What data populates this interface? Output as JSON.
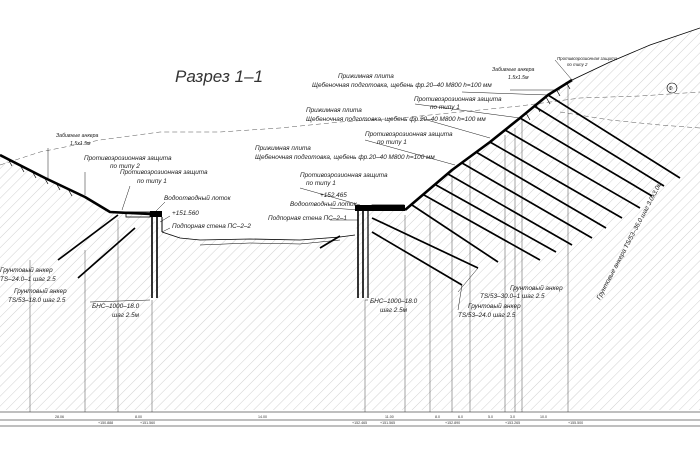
{
  "title": "Разрез 1–1",
  "callouts": {
    "anchor_top_right": "Забивные анкера",
    "anchor_top_right_size": "1.5х1.5м",
    "erosion_top_right": "Противоэрозионная защита",
    "erosion_top_right_type": "по типу 2",
    "slab_1": "Прижимная плита",
    "slab_1_detail": "Щебеночная подготовка, щебень фр.20–40 М800 h=100 мм",
    "erosion_2": "Противоэрозионная защита",
    "erosion_2_type": "по типу 1",
    "slab_2": "Прижимная плита",
    "slab_2_detail": "Щебеночная подготовка, щебень фр.20–40 М800 h=100 мм",
    "erosion_3": "Противоэрозионная защита",
    "erosion_3_type": "по типу 1",
    "slab_3": "Прижимная плита",
    "slab_3_detail": "Щебеночная подготовка, щебень фр.20–40 М800 h=100 мм",
    "erosion_4": "Противоэрозионная защита",
    "erosion_4_type": "по типу 1",
    "elevation_right": "+152.465",
    "drain_right": "Водоотводный лоток",
    "wall_right": "Подпорная стена ПС–2–1",
    "anchor_left": "Забивные анкера",
    "anchor_left_size": "1.5х1.5м",
    "erosion_left_1": "Противоэрозионная защита",
    "erosion_left_1_type": "по типу 2",
    "erosion_left_2": "Противоэрозионная защита",
    "erosion_left_2_type": "по типу 1",
    "drain_left": "Водоотводный лоток",
    "elevation_left": "+151.560",
    "wall_left": "Подпорная стена ПС–2–2",
    "soil_anchor_left_1": "Грунтовый анкер",
    "soil_anchor_left_1_spec": "ТS–24.0–1 шаг 2.5",
    "soil_anchor_left_2": "Грунтовый анкер",
    "soil_anchor_left_2_spec": "ТS/53–18.0 шаг 2.5",
    "pile_left": "БНС–1000–18.0",
    "pile_left_step": "шаг 2.5м",
    "pile_right": "БНС–1000–18.0",
    "pile_right_step": "шаг 2.5м",
    "soil_anchor_right_1": "Грунтовый анкер",
    "soil_anchor_right_1_spec": "ТS/53–30.0–1 шаг 2.5",
    "soil_anchor_right_2": "Грунтовый анкер",
    "soil_anchor_right_2_spec": "ТS/53–24.0 шаг 2.5",
    "soil_anchors_slope": "Грунтовые анкера ТS/53–36.0 шаг 3.0х3.0м",
    "marker": "Ф"
  },
  "bottom_table": {
    "distances": [
      "28.06",
      "8.00",
      "14.00",
      "11.00",
      "8.0",
      "6.0",
      "5.0",
      "3.0",
      "10.0"
    ],
    "stations": [
      "+150.888",
      "+151.560",
      "+152.465",
      "+151.565",
      "+152.890",
      "+153.265",
      "+155.500"
    ]
  },
  "colors": {
    "ink": "#000000",
    "text": "#1a1a1a",
    "paper": "#ffffff"
  }
}
